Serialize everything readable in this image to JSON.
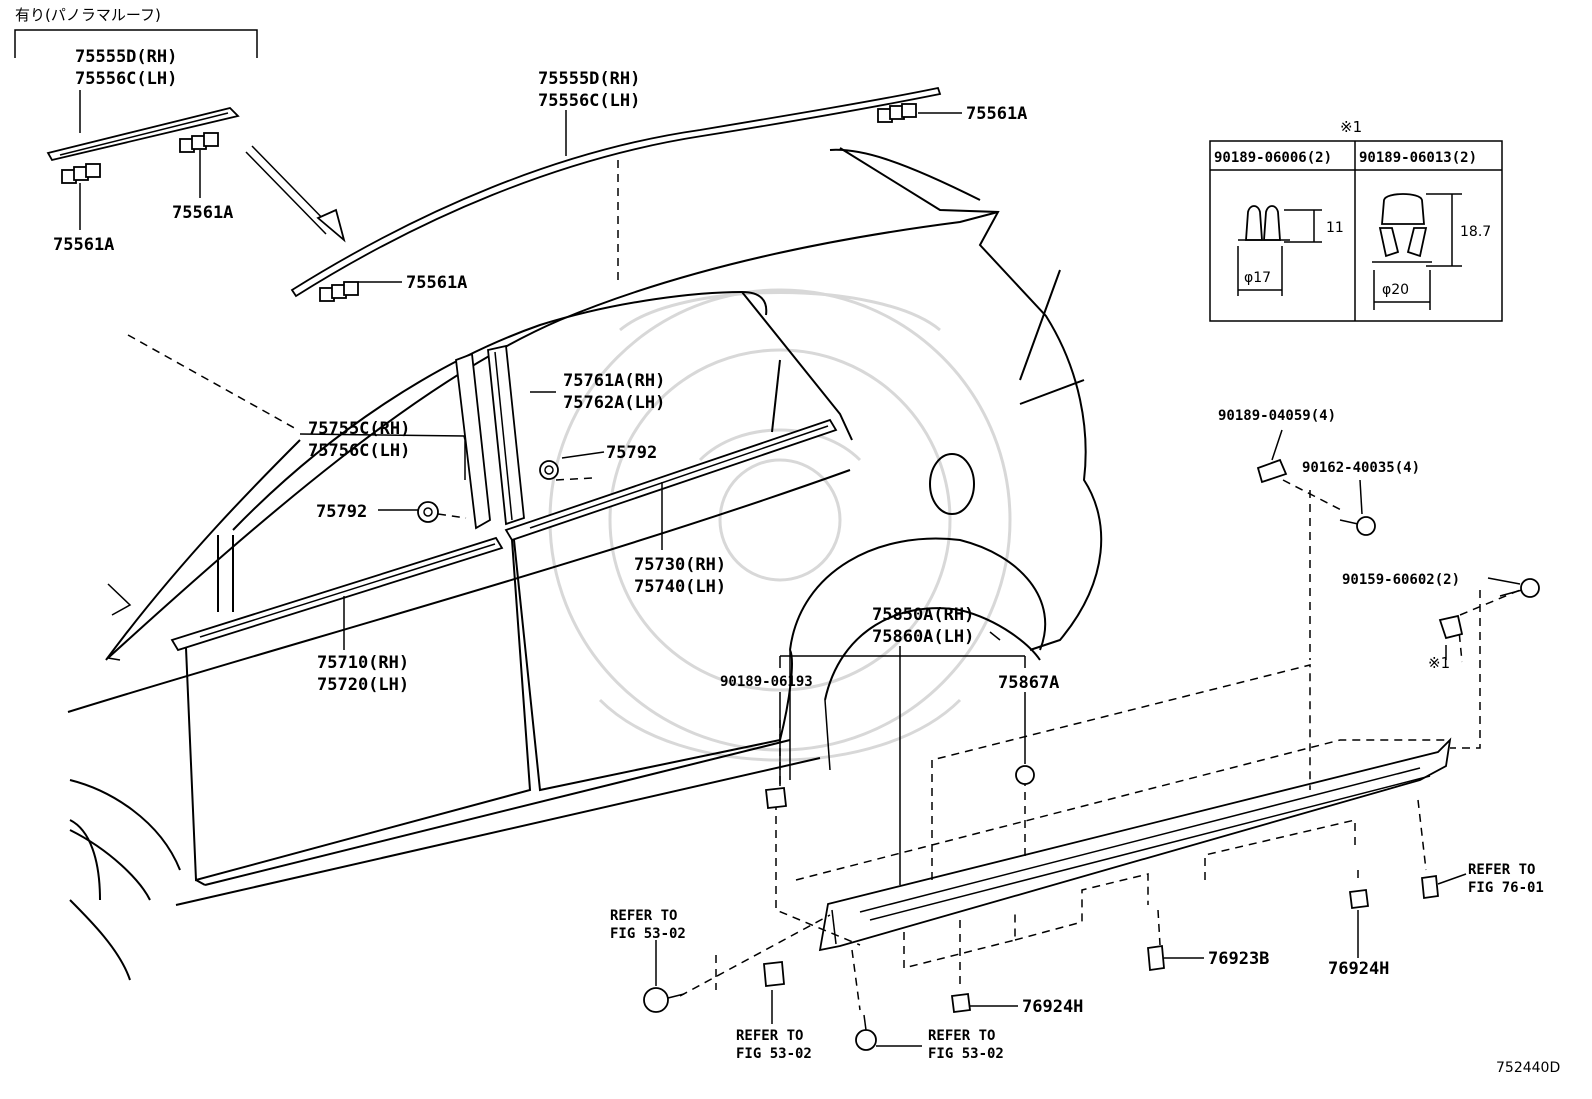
{
  "header": {
    "option_note": "有り(パノラマルーフ)"
  },
  "labels": {
    "roof_rh_top": "75555D(RH)",
    "roof_lh_top": "75556C(LH)",
    "clip_a1": "75561A",
    "clip_a2": "75561A",
    "roof_rh": "75555D(RH)",
    "roof_lh": "75556C(LH)",
    "clip_a3": "75561A",
    "clip_a4": "75561A",
    "pillar_rh": "75755C(RH)",
    "pillar_lh": "75756C(LH)",
    "pillar_b_rh": "75761A(RH)",
    "pillar_b_lh": "75762A(LH)",
    "clip_75792_a": "75792",
    "clip_75792_b": "75792",
    "belt_rear_rh": "75730(RH)",
    "belt_rear_lh": "75740(LH)",
    "belt_front_rh": "75710(RH)",
    "belt_front_lh": "75720(LH)",
    "rocker_rh": "75850A(RH)",
    "rocker_lh": "75860A(LH)",
    "clip_90189_06193": "90189-06193",
    "clip_75867A": "75867A",
    "clip_90189_04059": "90189-04059(4)",
    "screw_90162": "90162-40035(4)",
    "bolt_90159": "90159-60602(2)",
    "star_ref": "※1",
    "clip_76923B": "76923B",
    "clip_76924H_a": "76924H",
    "clip_76924H_b": "76924H",
    "refer_5302_a_1": "REFER TO",
    "refer_5302_a_2": "FIG 53-02",
    "refer_5302_b_1": "REFER TO",
    "refer_5302_b_2": "FIG 53-02",
    "refer_5302_c_1": "REFER TO",
    "refer_5302_c_2": "FIG 53-02",
    "refer_7601_1": "REFER TO",
    "refer_7601_2": "FIG 76-01",
    "diagram_id": "752440D"
  },
  "inset": {
    "title": "※1",
    "col1_header": "90189-06006(2)",
    "col2_header": "90189-06013(2)",
    "col1_height": "11",
    "col1_dia": "φ17",
    "col2_height": "18.7",
    "col2_dia": "φ20"
  }
}
